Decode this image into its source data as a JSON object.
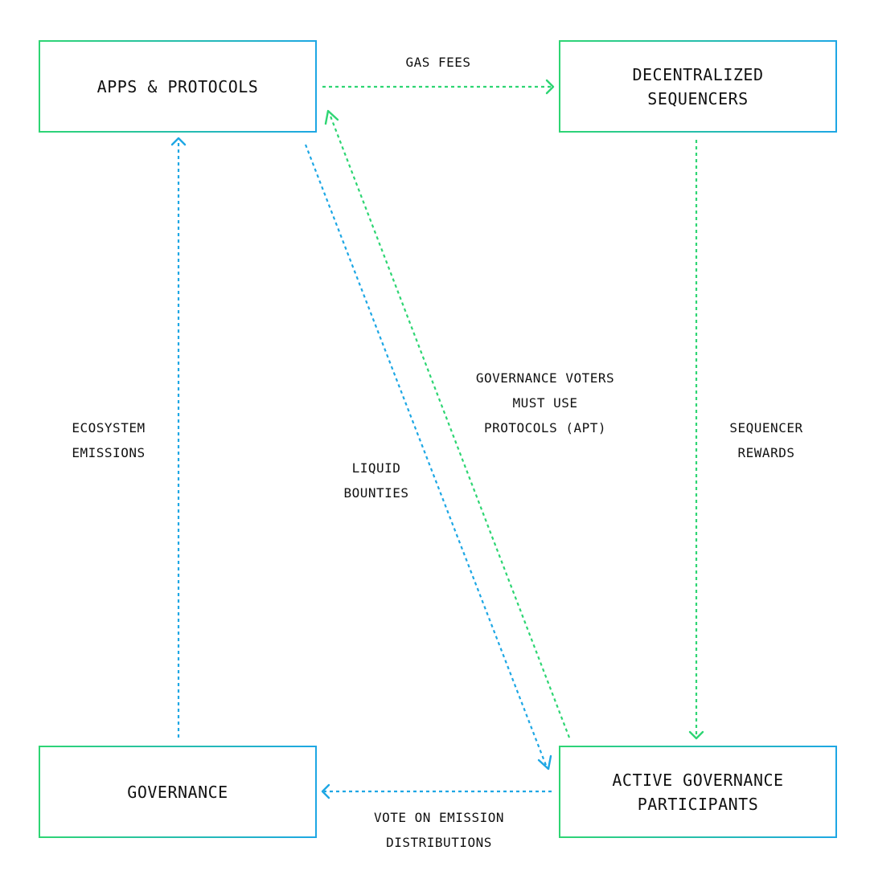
{
  "colors": {
    "green": "#2ed573",
    "blue": "#1ea7e4",
    "text": "#111111"
  },
  "nodes": {
    "apps": [
      "APPS & PROTOCOLS"
    ],
    "sequencers": [
      "DECENTRALIZED",
      "SEQUENCERS"
    ],
    "governance": [
      "GOVERNANCE"
    ],
    "participants": [
      "ACTIVE GOVERNANCE",
      "PARTICIPANTS"
    ]
  },
  "edges": {
    "gas_fees": [
      "GAS FEES"
    ],
    "sequencer_rewards": [
      "SEQUENCER",
      "REWARDS"
    ],
    "ecosystem_emissions": [
      "ECOSYSTEM",
      "EMISSIONS"
    ],
    "liquid_bounties": [
      "LIQUID",
      "BOUNTIES"
    ],
    "governance_voters": [
      "GOVERNANCE VOTERS",
      "MUST USE",
      "PROTOCOLS (APT)"
    ],
    "vote_on_emission": [
      "VOTE ON EMISSION",
      "DISTRIBUTIONS"
    ]
  },
  "icons": {
    "arrowhead": "chevron-arrowhead-icon"
  }
}
